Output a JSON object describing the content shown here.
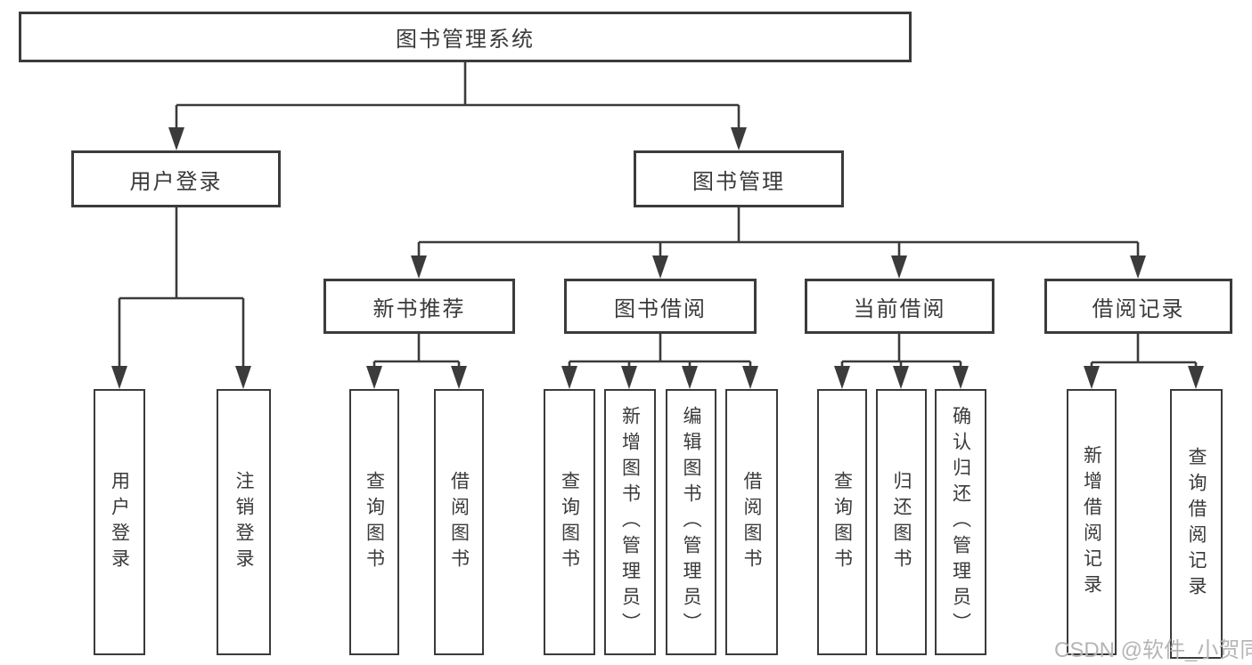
{
  "watermark": "CSDN @软件_小贺同学",
  "colors": {
    "line": "#3b3b3b",
    "border": "#3b3b3b",
    "text": "#3a3a3a",
    "watermark": "#b5b5b5",
    "background": "#ffffff"
  },
  "tree": {
    "root": {
      "label": "图书管理系统",
      "children": [
        {
          "label": "用户登录",
          "children": [
            {
              "label": "用户登录"
            },
            {
              "label": "注销登录"
            }
          ]
        },
        {
          "label": "图书管理",
          "children": [
            {
              "label": "新书推荐",
              "children": [
                {
                  "label": "查询图书"
                },
                {
                  "label": "借阅图书"
                }
              ]
            },
            {
              "label": "图书借阅",
              "children": [
                {
                  "label": "查询图书"
                },
                {
                  "label": "新增图书（管理员）"
                },
                {
                  "label": "编辑图书（管理员）"
                },
                {
                  "label": "借阅图书"
                }
              ]
            },
            {
              "label": "当前借阅",
              "children": [
                {
                  "label": "查询图书"
                },
                {
                  "label": "归还图书"
                },
                {
                  "label": "确认归还（管理员）"
                }
              ]
            },
            {
              "label": "借阅记录",
              "children": [
                {
                  "label": "新增借阅记录"
                },
                {
                  "label": "查询借阅记录"
                }
              ]
            }
          ]
        }
      ]
    }
  }
}
